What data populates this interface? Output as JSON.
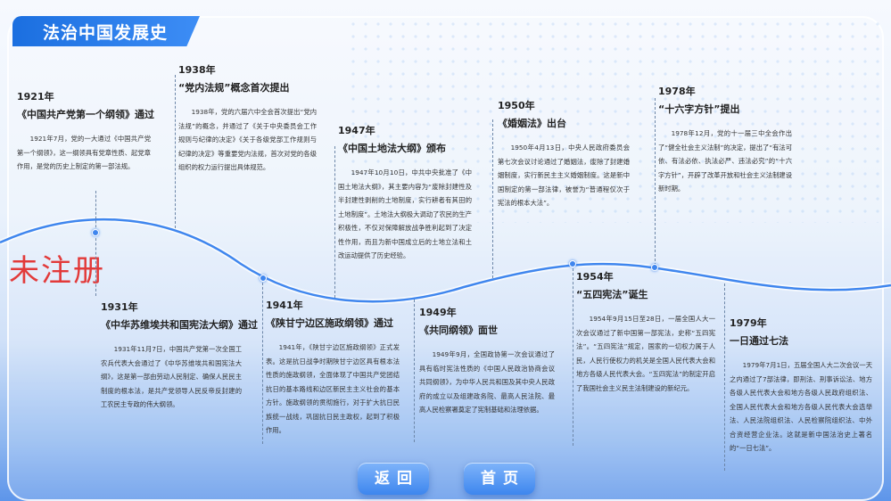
{
  "page": {
    "title": "法治中国发展史",
    "watermark": "未注册"
  },
  "entries": [
    {
      "year": "1921年",
      "heading": "《中国共产党第一个纲领》通过",
      "body": "1921年7月，党的一大通过《中国共产党第一个纲领》，这一纲领具有党章性质、起党章作用，是党的历史上制定的第一部法规。"
    },
    {
      "year": "1931年",
      "heading": "《中华苏维埃共和国宪法大纲》通过",
      "body": "1931年11月7日，中国共产党第一次全国工农兵代表大会通过了《中华苏维埃共和国宪法大纲》，这是第一部由劳动人民制定、确保人民民主制度的根本法，是共产党领导人民反帝反封建的工农民主专政的伟大纲领。"
    },
    {
      "year": "1938年",
      "heading": "“党内法规”概念首次提出",
      "body": "1938年，党的六届六中全会首次提出“党内法规”的概念，并通过了《关于中央委员会工作规则与纪律的决定》《关于各级党部工作规则与纪律的决定》等重要党内法规，首次对党的各级组织的权力运行提出具体规范。"
    },
    {
      "year": "1941年",
      "heading": "《陕甘宁边区施政纲领》通过",
      "body": "1941年，《陕甘宁边区施政纲领》正式发表。这是抗日战争时期陕甘宁边区具有根本法性质的施政纲领，全面体现了中国共产党团结抗日的基本路线和边区新民主主义社会的基本方针。施政纲领的贯彻施行，对于扩大抗日民族统一战线，巩固抗日民主政权，起到了积极作用。"
    },
    {
      "year": "1947年",
      "heading": "《中国土地法大纲》颁布",
      "body": "1947年10月10日，中共中央批准了《中国土地法大纲》，其主要内容为“废除封建性及半封建性剥削的土地制度，实行耕者有其田的土地制度”。土地法大纲极大调动了农民的生产积极性，不仅对保障解放战争胜利起到了决定性作用，而且为新中国成立后的土地立法和土改运动提供了历史经验。"
    },
    {
      "year": "1949年",
      "heading": "《共同纲领》面世",
      "body": "1949年9月，全国政协第一次会议通过了具有临时宪法性质的《中国人民政治协商会议共同纲领》，为中华人民共和国及其中央人民政府的成立以及组建政务院、最高人民法院、最高人民检察署奠定了宪制基础和法理依据。"
    },
    {
      "year": "1950年",
      "heading": "《婚姻法》出台",
      "body": "1950年4月13日，中央人民政府委员会第七次会议讨论通过了婚姻法，废除了封建婚姻制度，实行新民主主义婚姻制度。这是新中国制定的第一部法律，被誉为“普通程仅次于宪法的根本大法”。"
    },
    {
      "year": "1954年",
      "heading": "“五四宪法”诞生",
      "body": "1954年9月15日至28日，一届全国人大一次会议通过了新中国第一部宪法，史称“五四宪法”。“五四宪法”规定，国家的一切权力属于人民，人民行使权力的机关是全国人民代表大会和地方各级人民代表大会。“五四宪法”的制定开启了我国社会主义民主法制建设的新纪元。"
    },
    {
      "year": "1978年",
      "heading": "“十六字方针”提出",
      "body": "1978年12月，党的十一届三中全会作出了“健全社会主义法制”的决定，提出了“有法可依、有法必依、执法必严、违法必究”的“十六字方针”，开辟了改革开放和社会主义法制建设新时期。"
    },
    {
      "year": "1979年",
      "heading": "一日通过七法",
      "body": "1979年7月1日，五届全国人大二次会议一天之内通过了7部法律，即刑法、刑事诉讼法、地方各级人民代表大会和地方各级人民政府组织法、全国人民代表大会和地方各级人民代表大会选举法、人民法院组织法、人民检察院组织法、中外合资经营企业法。这就是新中国法治史上著名的“一日七法”。"
    }
  ],
  "buttons": {
    "back": "返回",
    "home": "首页"
  },
  "colors": {
    "accent": "#2f7ff0",
    "watermark": "#e23a3a"
  }
}
